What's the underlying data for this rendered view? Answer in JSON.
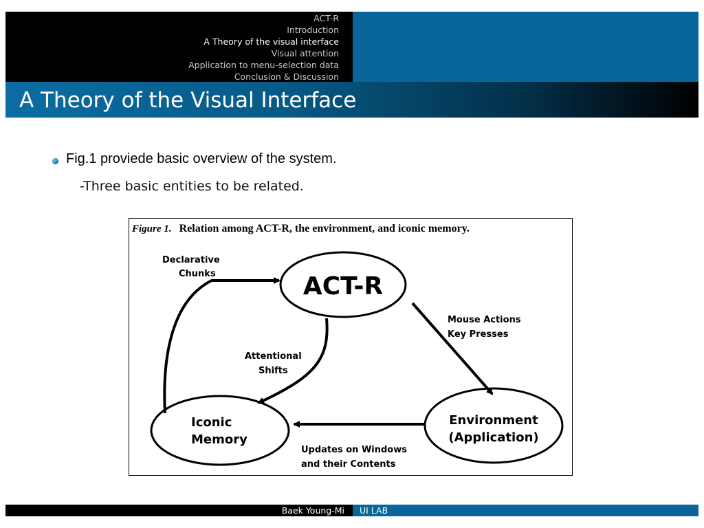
{
  "header": {
    "nav_items": [
      {
        "label": "ACT-R",
        "active": false
      },
      {
        "label": "Introduction",
        "active": false
      },
      {
        "label": "A Theory of the visual interface",
        "active": true
      },
      {
        "label": "Visual attention",
        "active": false
      },
      {
        "label": "Application to menu-selection data",
        "active": false
      },
      {
        "label": "Conclusion & Discussion",
        "active": false
      }
    ]
  },
  "title": "A Theory of the Visual Interface",
  "content": {
    "bullet": "Fig.1 proviede basic overview of the system.",
    "sub": "-Three basic entities to be related."
  },
  "figure": {
    "caption_label": "Figure 1.",
    "caption_text": "Relation among ACT-R, the environment, and iconic memory.",
    "nodes": {
      "actr": "ACT-R",
      "iconic_line1": "Iconic",
      "iconic_line2": "Memory",
      "env_line1": "Environment",
      "env_line2": "(Application)"
    },
    "edges": {
      "declarative_line1": "Declarative",
      "declarative_line2": "Chunks",
      "mouse_line1": "Mouse Actions",
      "mouse_line2": "Key Presses",
      "attentional_line1": "Attentional",
      "attentional_line2": "Shifts",
      "updates_line1": "Updates on Windows",
      "updates_line2": "and their Contents"
    }
  },
  "footer": {
    "author": "Baek Young-Mi",
    "lab": "UI LAB"
  },
  "colors": {
    "accent_blue": "#09669a",
    "header_black": "#000000"
  }
}
